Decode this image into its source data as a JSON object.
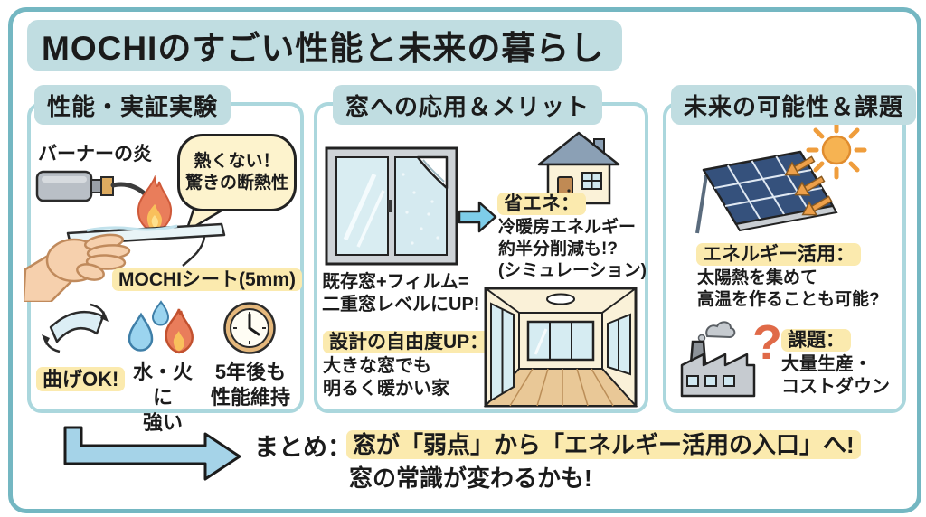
{
  "page": {
    "title": "MOCHIのすごい性能と未来の暮らし"
  },
  "col1": {
    "header": "性能・実証実験",
    "burner_label": "バーナーの炎",
    "bubble": "熱くない！\n驚きの断熱性",
    "sheet_label": "MOCHIシート(5mm)",
    "features": [
      {
        "label": "曲げOK!",
        "icon": "bend-sheet-icon"
      },
      {
        "label": "水・火に\n強い",
        "icon": "water-fire-icon"
      },
      {
        "label": "5年後も\n性能維持",
        "icon": "clock-icon"
      }
    ]
  },
  "col2": {
    "header": "窓への応用＆メリット",
    "window_caption": "既存窓+フィルム=\n二重窓レベルにUP!",
    "energy_tag": "省エネ：",
    "energy_text": "冷暖房エネルギー\n約半分削減も!?\n(シミュレーション)",
    "design_tag": "設計の自由度UP：",
    "design_text": "大きな窓でも\n明るく暖かい家"
  },
  "col3": {
    "header": "未来の可能性＆課題",
    "use_tag": "エネルギー活用：",
    "use_text": "太陽熱を集めて\n高温を作ることも可能?",
    "challenge_tag": "課題：",
    "challenge_text": "大量生産・\nコストダウン",
    "question_mark": "?"
  },
  "summary": {
    "label": "まとめ：",
    "line1": "窓が「弱点」から「エネルギー活用の入口」へ!",
    "line2": "窓の常識が変わるかも!"
  },
  "colors": {
    "outer_border": "#74b7c2",
    "panel_border": "#abd7dd",
    "header_bg": "#c0dde1",
    "highlight_yellow": "#fbeaae",
    "bubble_bg": "#fdf3cd",
    "summary_arrow_blue": "#a5d3e8",
    "small_arrow_cyan": "#7ecde9",
    "flame_orange": "#e97d5b",
    "question_orange": "#e06a48"
  },
  "icons": {
    "burner-torch-icon": "gas burner torch",
    "flame-icon": "flame",
    "hand-sheet-illustration": "hand holding MOCHI sheet",
    "bend-sheet-icon": "flexible bent sheet with arrows",
    "water-fire-icon": "water drops and flame",
    "clock-icon": "clock",
    "window-film-illustration": "window with peeling film",
    "right-arrow-icon": "cyan right arrow",
    "house-icon": "house",
    "room-illustration": "bright room with large windows",
    "sun-icon": "sun",
    "solar-panel-illustration": "solar panel collecting sunlight",
    "factory-icon": "factory",
    "summary-arrow-icon": "stepped right arrow"
  }
}
